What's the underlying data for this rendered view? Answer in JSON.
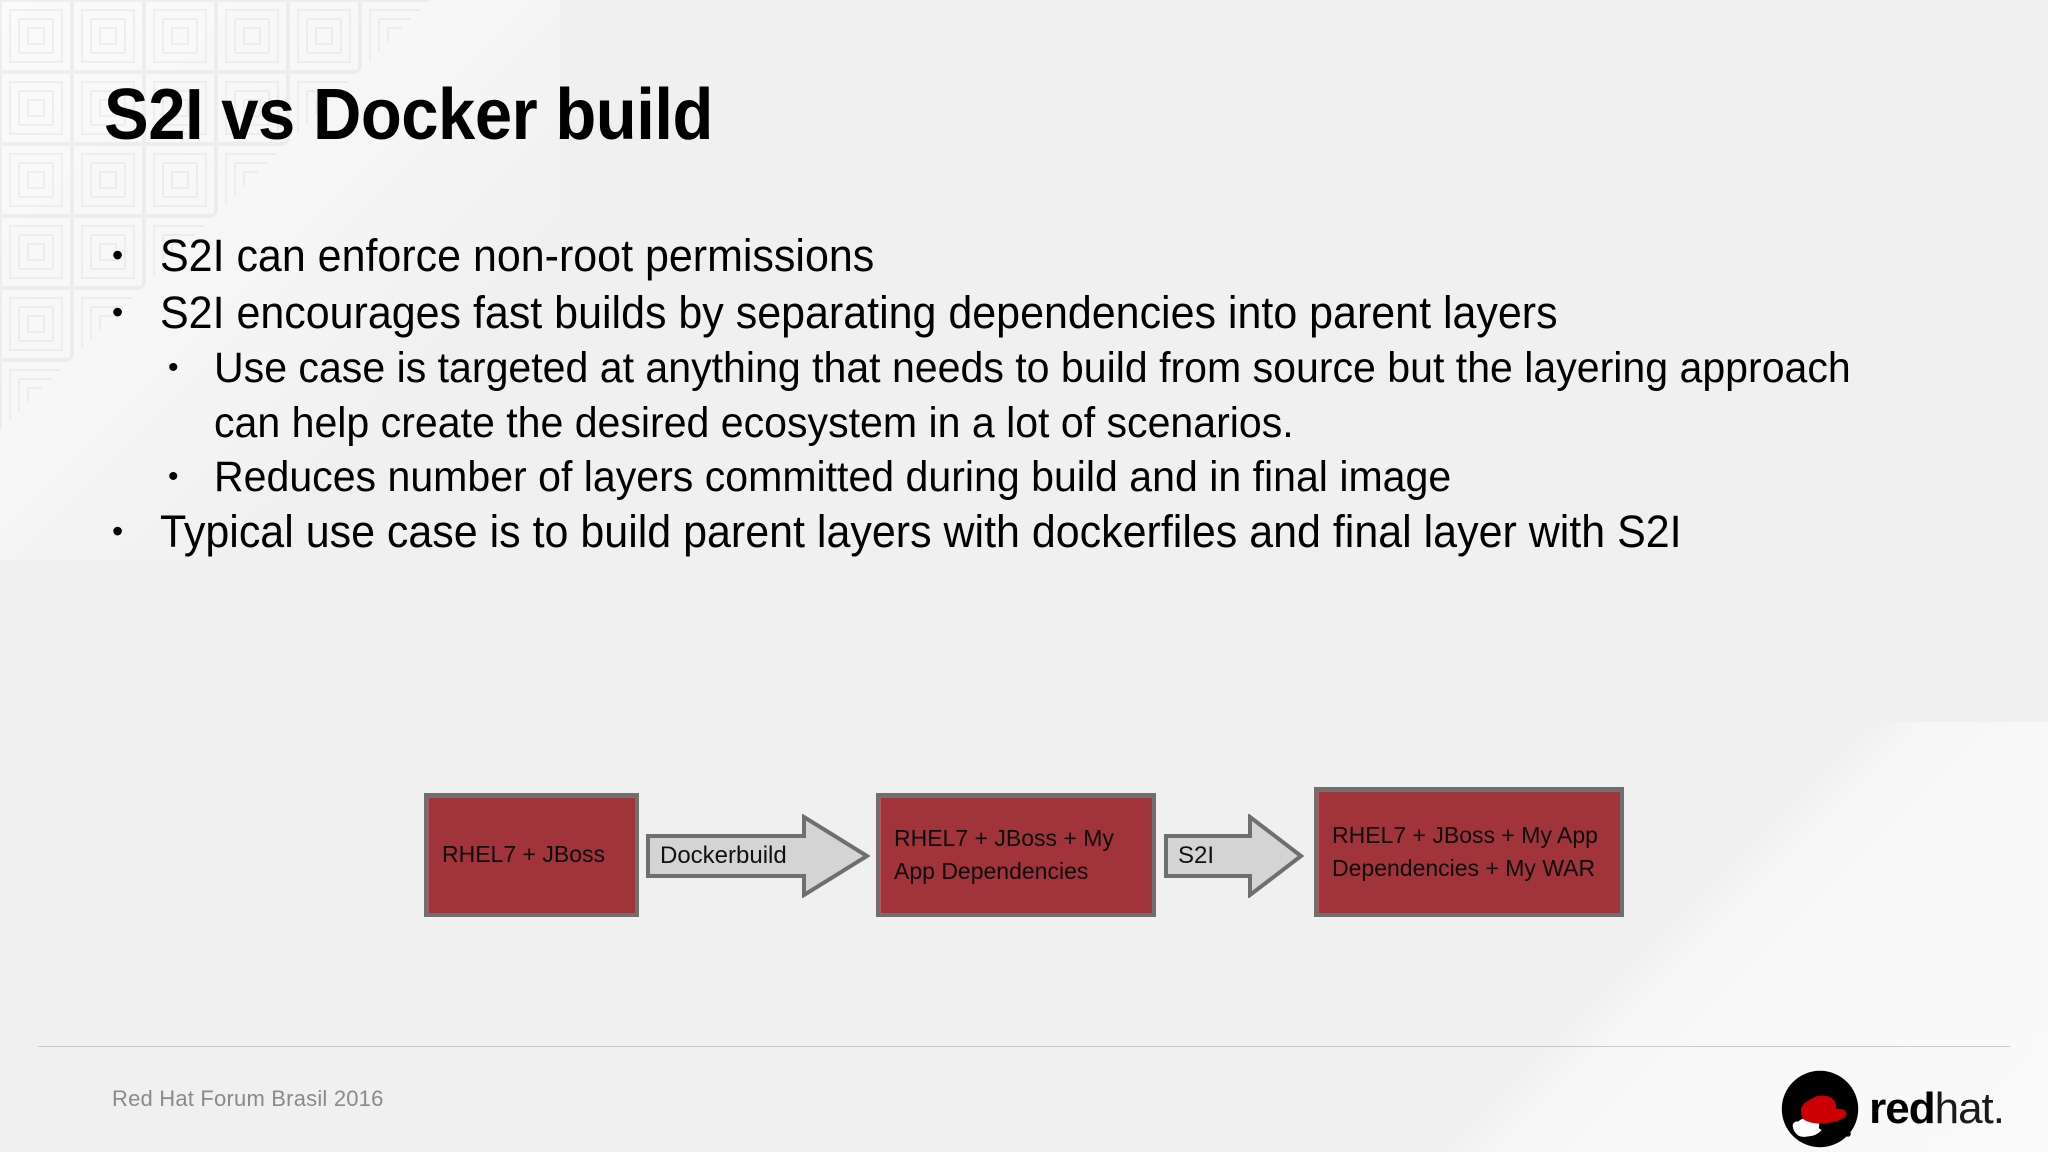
{
  "slide": {
    "title": "S2I vs Docker build",
    "background_color": "#f0f0f0",
    "accent_color": "#a0343a"
  },
  "bullets": [
    {
      "level": 1,
      "marker": "•",
      "text": "S2I can enforce non-root permissions"
    },
    {
      "level": 1,
      "marker": "•",
      "text": "S2I encourages fast builds by separating dependencies into parent layers"
    },
    {
      "level": 2,
      "marker": "•",
      "text": "Use case is targeted at anything that needs to build from source but the layering approach can help create the desired ecosystem in a lot of scenarios."
    },
    {
      "level": 2,
      "marker": "•",
      "text": "Reduces number of layers committed during build and in final image"
    },
    {
      "level": 1,
      "marker": "•",
      "text": "Typical use case is to build parent layers with dockerfiles and final layer with S2I"
    }
  ],
  "diagram": {
    "type": "flow",
    "box_fill": "#a0343a",
    "box_border": "#6f6f6f",
    "arrow_fill": "#d4d4d4",
    "arrow_border": "#6f6f6f",
    "nodes": [
      {
        "id": "box1",
        "label": "RHEL7 + JBoss"
      },
      {
        "id": "box2",
        "label": "RHEL7 + JBoss + My App Dependencies"
      },
      {
        "id": "box3",
        "label": "RHEL7 + JBoss + My App Dependencies + My WAR"
      }
    ],
    "edges": [
      {
        "id": "arrow1",
        "label": "Dockerbuild",
        "from": "box1",
        "to": "box2"
      },
      {
        "id": "arrow2",
        "label": "S2I",
        "from": "box2",
        "to": "box3"
      }
    ]
  },
  "footer": {
    "text": "Red Hat Forum Brasil 2016",
    "logo": {
      "word_bold": "red",
      "word_light": "hat.",
      "hat_color": "#cc0000",
      "circle_color": "#000000"
    }
  }
}
